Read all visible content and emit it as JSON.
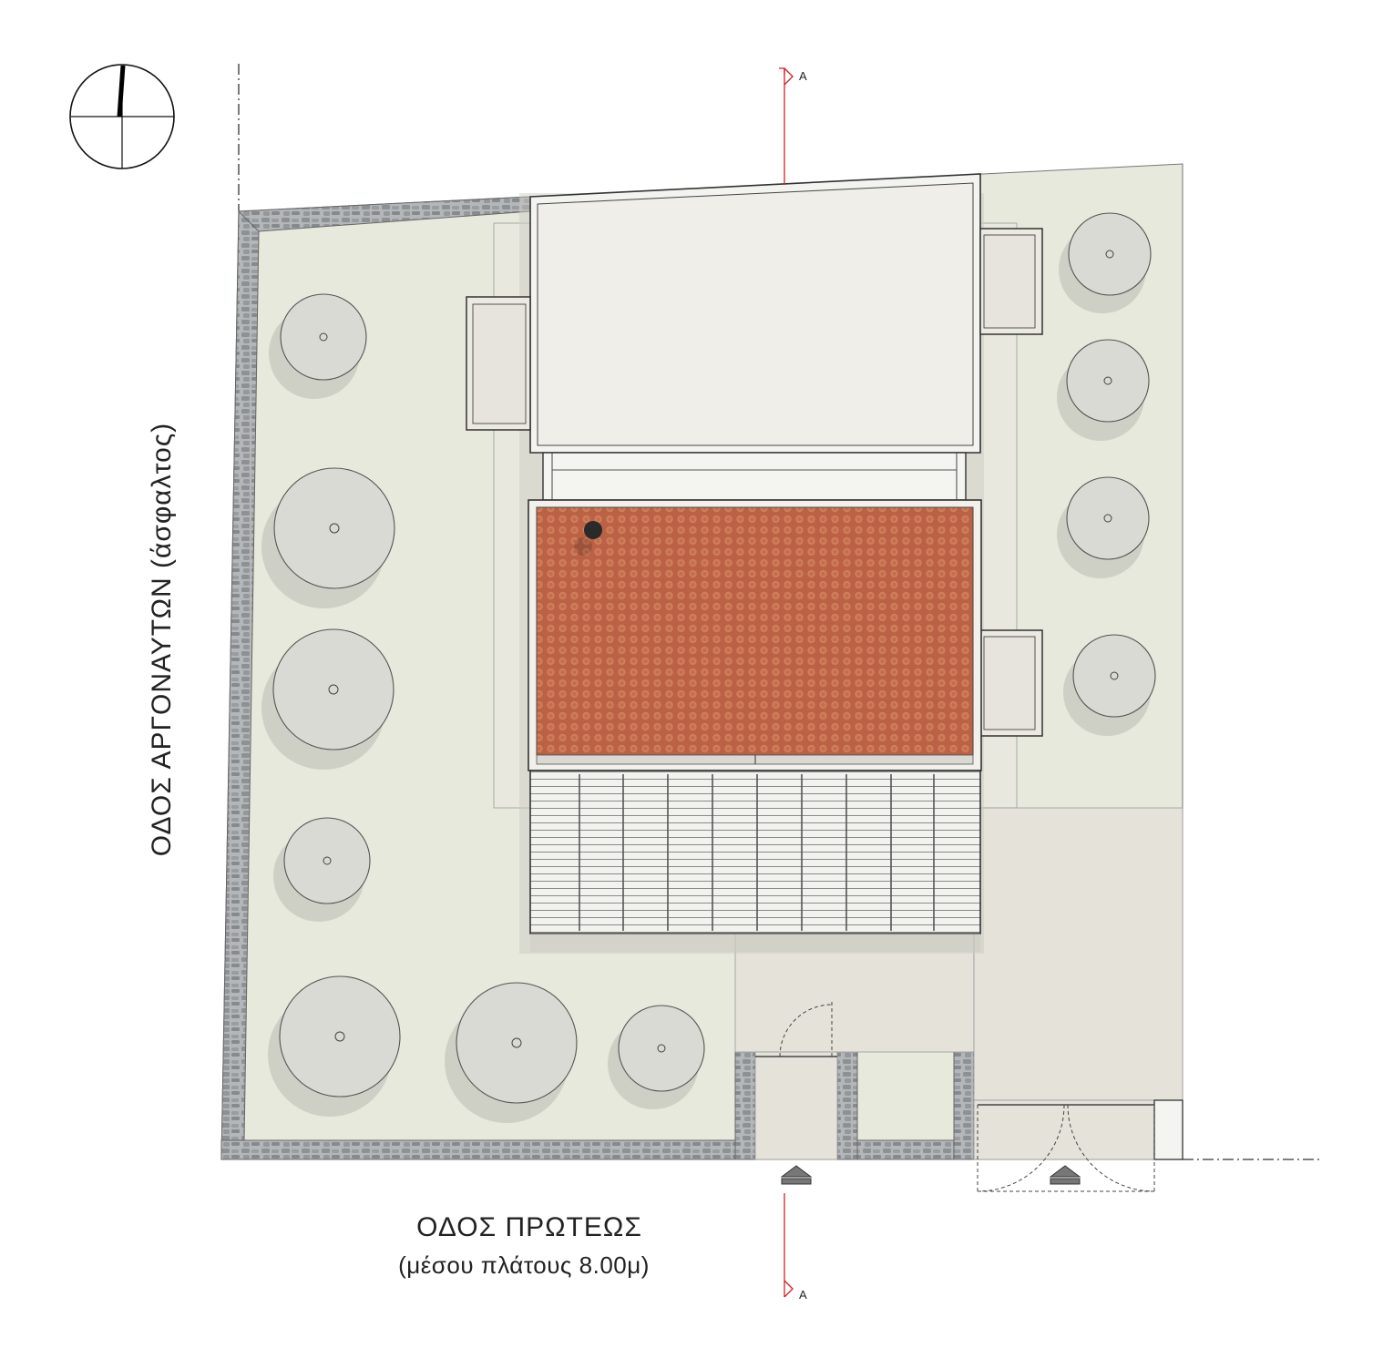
{
  "labels": {
    "street_left": "ΟΔΟΣ ΑΡΓΟΝΑΥΤΩΝ (άσφαλτος)",
    "street_bottom_line1": "ΟΔΟΣ ΠΡΩΤΕΩΣ",
    "street_bottom_line2": "(μέσου πλάτους 8.00μ)",
    "section_top": "A",
    "section_bottom": "A"
  },
  "colors": {
    "garden": "#e7e9dc",
    "stone_wall": "#9c9fa2",
    "paving": "#e5e3da",
    "roof_white": "#f1f0eb",
    "roof_tiles": "#c66a4c",
    "tree": "#d8dad3",
    "tree_shadow": "#b9bcb5",
    "section_line": "#d21f26"
  },
  "icons": [
    "north-arrow-icon",
    "entrance-arrow-icon",
    "tree-icon"
  ]
}
